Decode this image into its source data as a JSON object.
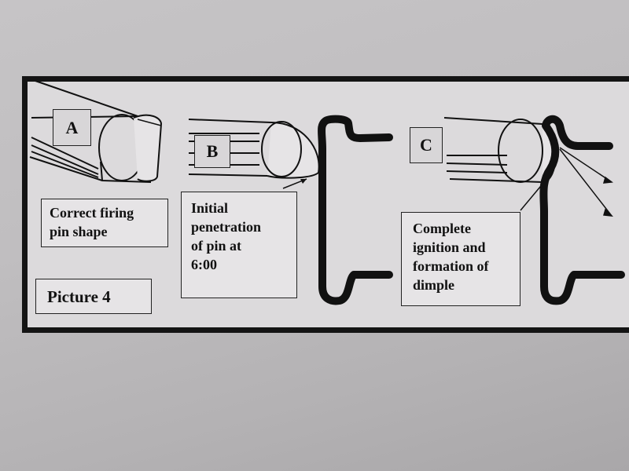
{
  "panels": [
    {
      "letter": "A",
      "caption": "Correct firing pin shape"
    },
    {
      "letter": "B",
      "caption": "Initial penetration of pin at 6:00"
    },
    {
      "letter": "C",
      "caption": "Complete ignition and formation of dimple"
    }
  ],
  "captions": {
    "a_line1": "Correct firing",
    "a_line2": "pin shape",
    "b_line1": "Initial",
    "b_line2": "penetration",
    "b_line3": "of pin at",
    "b_line4": "6:00",
    "c_line1": "Complete",
    "c_line2": "ignition and",
    "c_line3": "formation of",
    "c_line4": "dimple"
  },
  "figure_label": "Picture 4"
}
